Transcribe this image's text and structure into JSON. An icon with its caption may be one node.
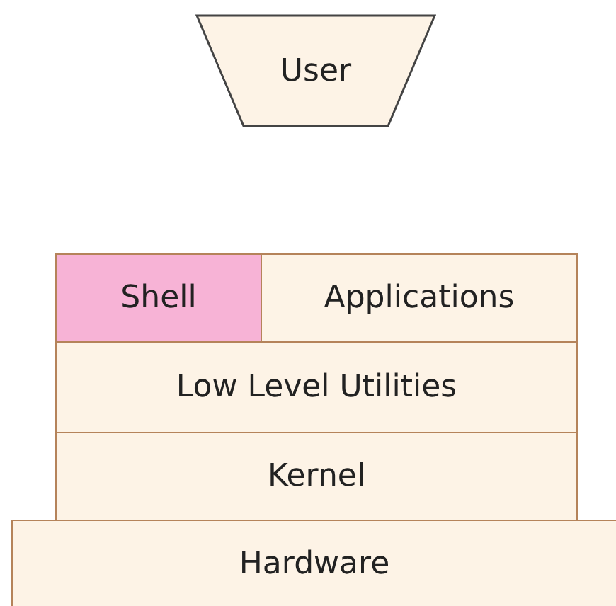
{
  "diagram": {
    "nodes": [
      {
        "text": [
          "User"
        ]
      },
      {
        "text": [
          "Shell"
        ]
      },
      {
        "text": [
          "Applications"
        ]
      },
      {
        "text": [
          "Low Level Utilities"
        ]
      },
      {
        "text": [
          "Kernel"
        ]
      },
      {
        "text": [
          "Hardware"
        ]
      }
    ]
  }
}
